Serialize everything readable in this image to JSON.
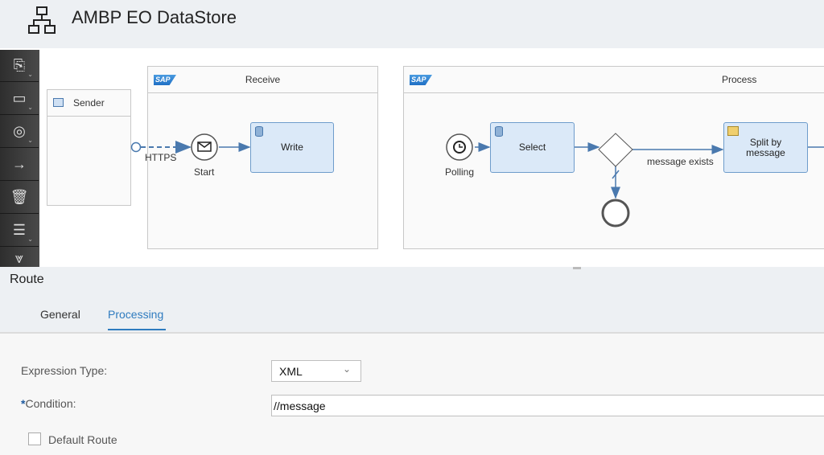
{
  "header": {
    "title": "AMBP EO DataStore",
    "icon": "network-hierarchy-icon"
  },
  "toolbar": {
    "items": [
      {
        "name": "clipboard-add-icon",
        "glyph": "📋"
      },
      {
        "name": "window-icon",
        "glyph": "▭"
      },
      {
        "name": "target-icon",
        "glyph": "◎"
      },
      {
        "name": "arrow-right-icon",
        "glyph": "→"
      },
      {
        "name": "trash-icon",
        "glyph": "🗑"
      },
      {
        "name": "menu-icon",
        "glyph": "≡"
      },
      {
        "name": "collapse-icon",
        "glyph": "⌄"
      }
    ]
  },
  "diagram": {
    "sender": "Sender",
    "connection_label": "HTTPS",
    "receive_pool": "Receive",
    "start_label": "Start",
    "write_task": "Write",
    "process_pool": "Process",
    "polling_label": "Polling",
    "select_task": "Select",
    "route_label": "message exists",
    "split_task": "Split by message",
    "accent": "#4a79ae"
  },
  "panel": {
    "title": "Route",
    "tabs": [
      {
        "label": "General",
        "active": false
      },
      {
        "label": "Processing",
        "active": true
      }
    ],
    "expression_type_label": "Expression Type:",
    "expression_type_value": "XML",
    "required_marker": "*",
    "condition_label": "Condition:",
    "condition_value": "//message",
    "default_route_label": "Default Route",
    "default_route_checked": false,
    "active_tab_color": "#2e7bbf"
  }
}
